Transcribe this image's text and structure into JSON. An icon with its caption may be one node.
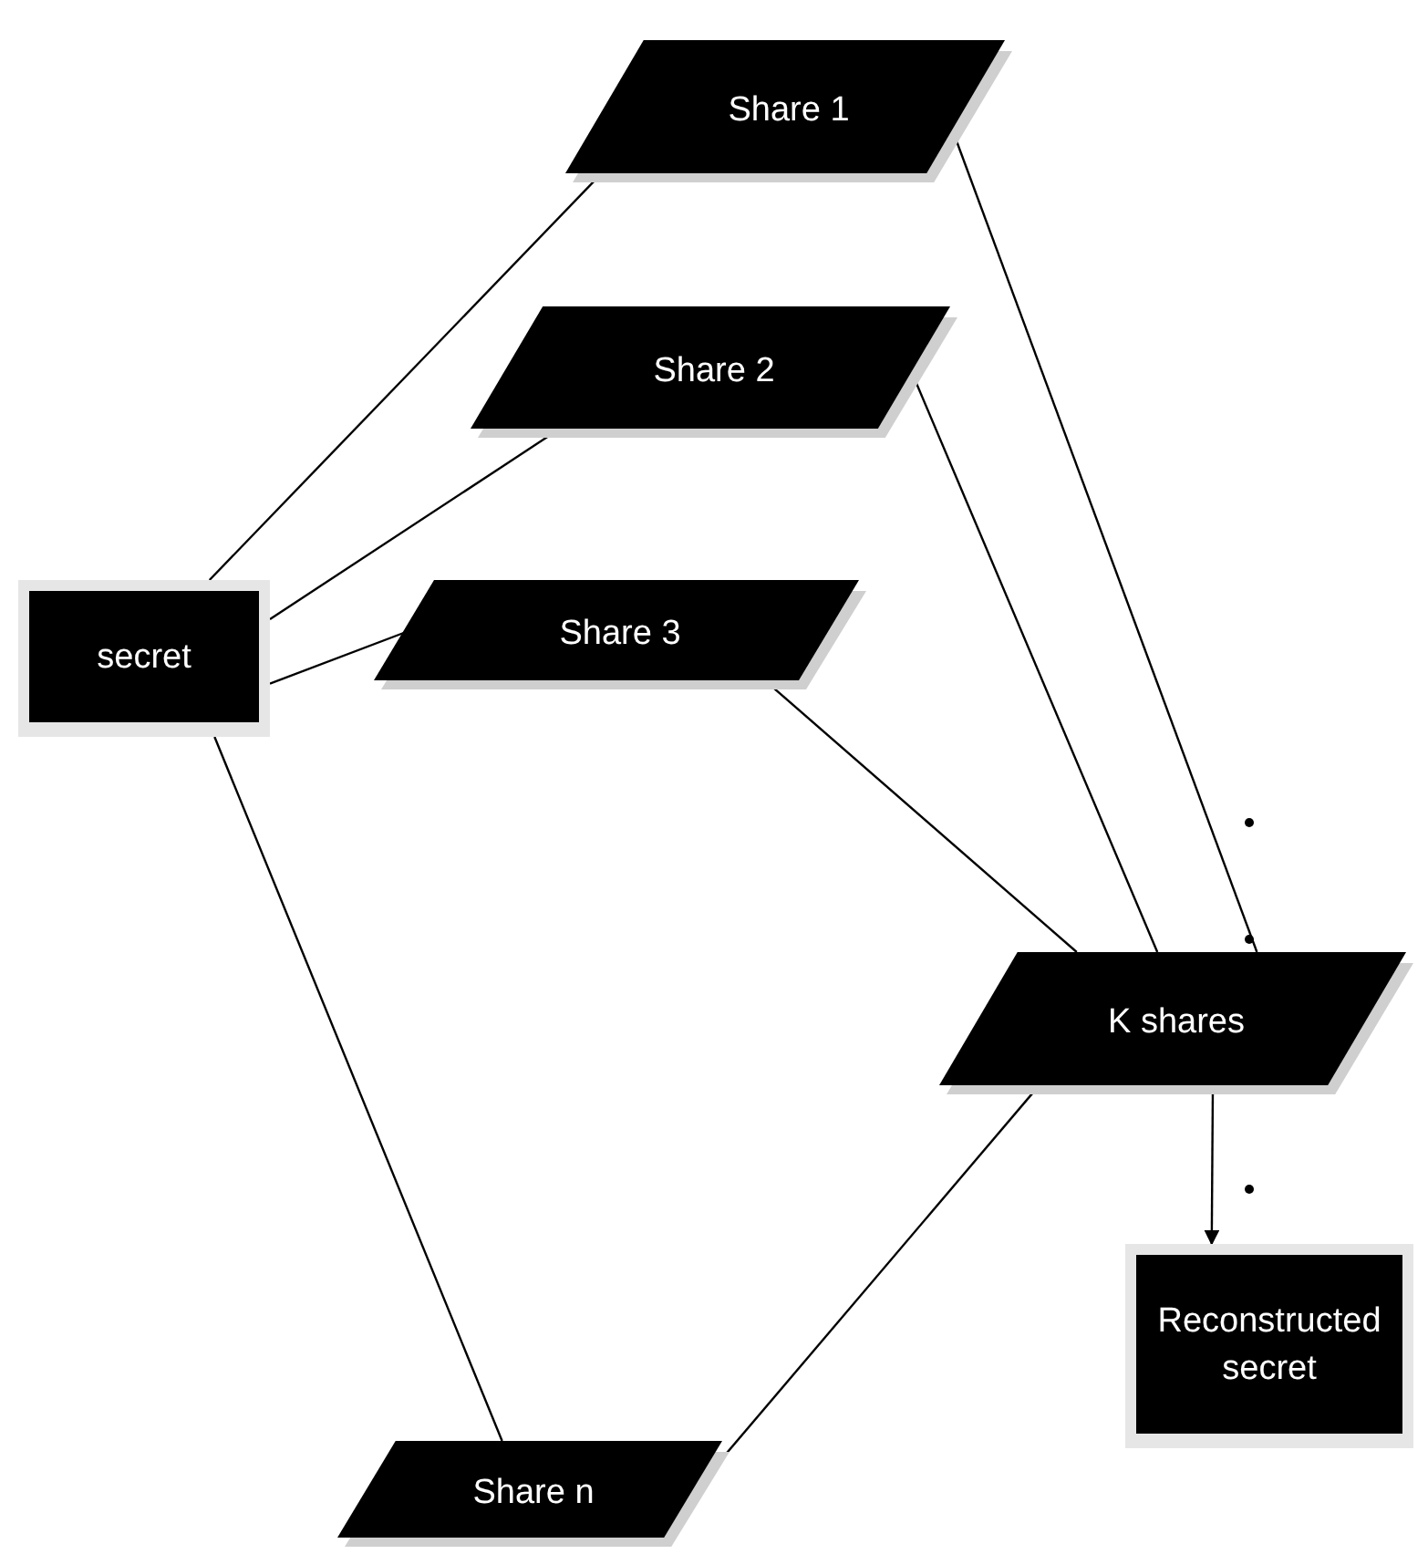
{
  "diagram": {
    "nodes": [
      {
        "text": [
          "Share 1"
        ]
      },
      {
        "text": [
          "Share 2"
        ]
      },
      {
        "text": [
          "secret"
        ]
      },
      {
        "text": [
          "Share 3"
        ]
      },
      {
        "text": [
          "K shares"
        ]
      },
      {
        "text": [
          "Reconstructed secret"
        ]
      },
      {
        "text": [
          "Share n"
        ]
      }
    ],
    "edges": [
      {
        "from": 2,
        "to": 0,
        "arrow": "none"
      },
      {
        "from": 2,
        "to": 1,
        "arrow": "none"
      },
      {
        "from": 2,
        "to": 3,
        "arrow": "none"
      },
      {
        "from": 2,
        "to": 6,
        "arrow": "none"
      },
      {
        "from": 0,
        "to": 4,
        "arrow": "none"
      },
      {
        "from": 1,
        "to": 4,
        "arrow": "none"
      },
      {
        "from": 3,
        "to": 4,
        "arrow": "none"
      },
      {
        "from": 6,
        "to": 4,
        "arrow": "none"
      },
      {
        "from": 4,
        "to": 5,
        "arrow": "to"
      }
    ]
  }
}
